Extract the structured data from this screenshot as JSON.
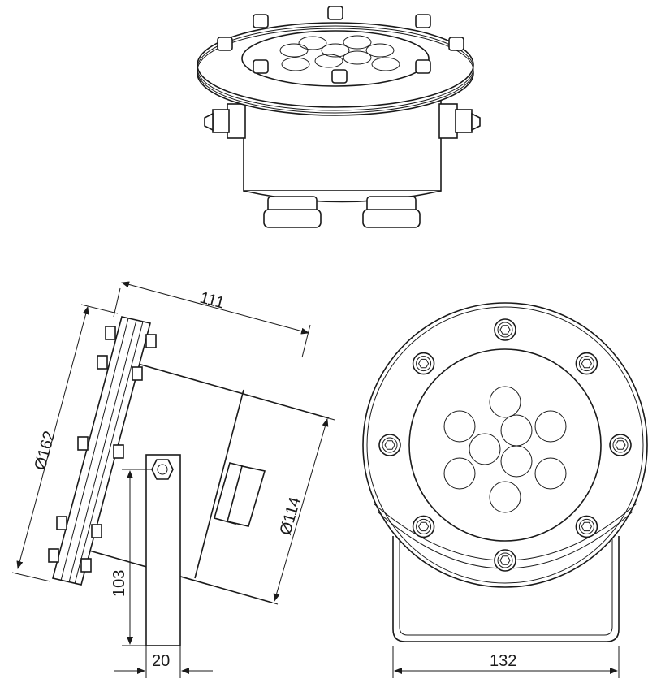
{
  "drawing": {
    "title": "Underwater LED luminaire dimensional drawing",
    "views": [
      "perspective",
      "side",
      "front"
    ],
    "dimensions": {
      "length": "111",
      "flange_diameter": "Ø162",
      "body_diameter": "Ø114",
      "bracket_height": "103",
      "bracket_width": "20",
      "bracket_span": "132"
    },
    "line_color": "#1a1a1a"
  }
}
